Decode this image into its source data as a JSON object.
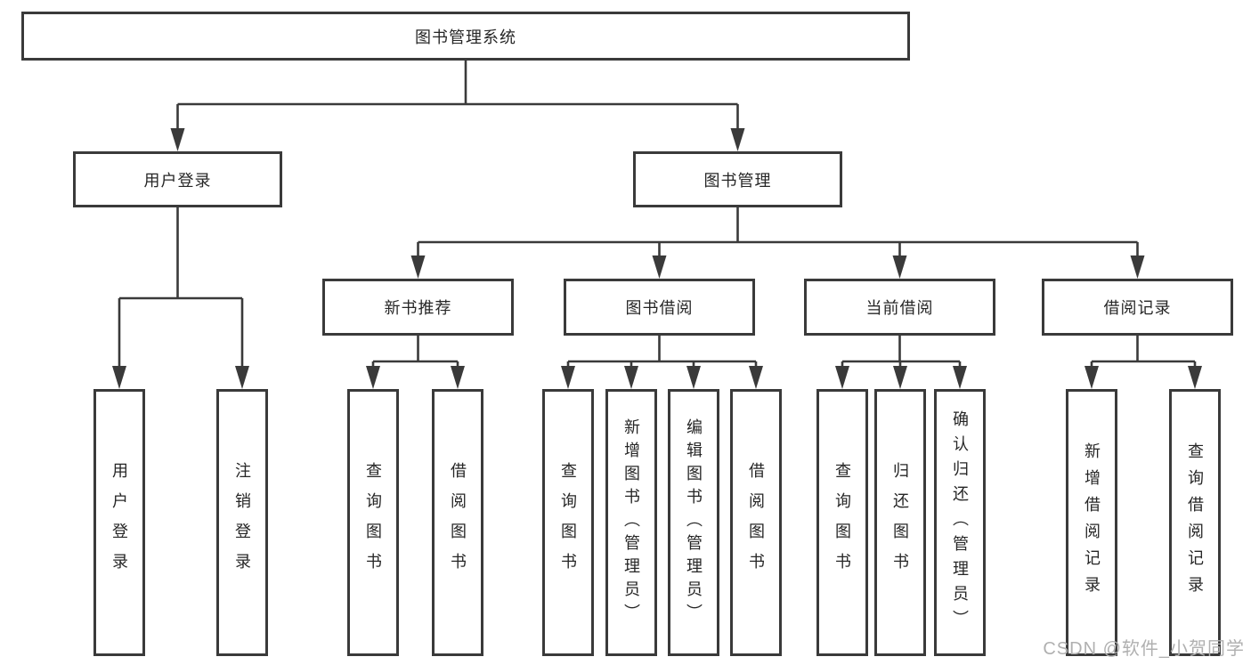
{
  "tree": {
    "label": "图书管理系统",
    "children": [
      {
        "label": "用户登录",
        "children": [
          {
            "label": "用户登录"
          },
          {
            "label": "注销登录"
          }
        ]
      },
      {
        "label": "图书管理",
        "children": [
          {
            "label": "新书推荐",
            "children": [
              {
                "label": "查询图书"
              },
              {
                "label": "借阅图书"
              }
            ]
          },
          {
            "label": "图书借阅",
            "children": [
              {
                "label": "查询图书"
              },
              {
                "label": "新增图书（管理员）"
              },
              {
                "label": "编辑图书（管理员）"
              },
              {
                "label": "借阅图书"
              }
            ]
          },
          {
            "label": "当前借阅",
            "children": [
              {
                "label": "查询图书"
              },
              {
                "label": "归还图书"
              },
              {
                "label": "确认归还（管理员）"
              }
            ]
          },
          {
            "label": "借阅记录",
            "children": [
              {
                "label": "新增借阅记录"
              },
              {
                "label": "查询借阅记录"
              }
            ]
          }
        ]
      }
    ]
  },
  "watermark": "CSDN @软件_小贺同学",
  "colors": {
    "line": "#3a3a3a",
    "text": "#262626",
    "watermark": "#b0b0b0",
    "background": "#ffffff"
  }
}
